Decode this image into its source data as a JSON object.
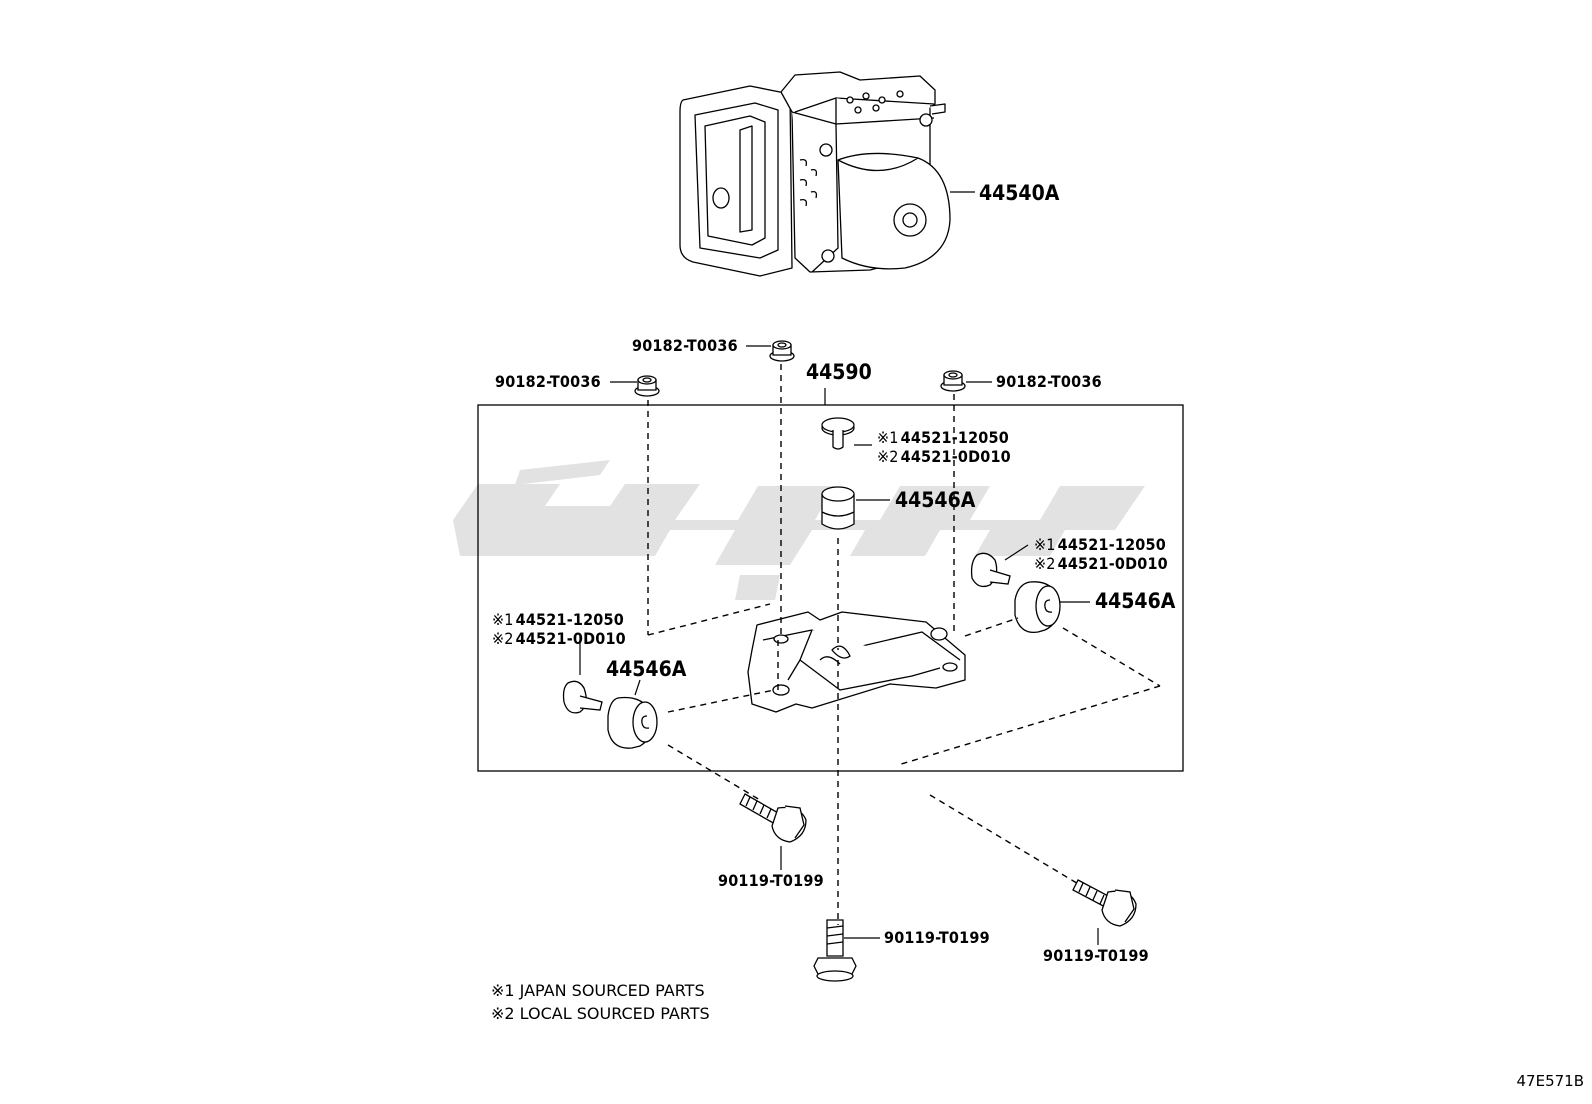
{
  "diagram_code": "47E571B",
  "assembly": {
    "callout": "44540A"
  },
  "bracket": {
    "callout": "44590"
  },
  "nuts": [
    {
      "callout": "90182-T0036"
    },
    {
      "callout": "90182-T0036"
    },
    {
      "callout": "90182-T0036"
    }
  ],
  "collars": [
    {
      "mark1": "※1",
      "part1": "44521-12050",
      "mark2": "※2",
      "part2": "44521-0D010"
    },
    {
      "mark1": "※1",
      "part1": "44521-12050",
      "mark2": "※2",
      "part2": "44521-0D010"
    },
    {
      "mark1": "※1",
      "part1": "44521-12050",
      "mark2": "※2",
      "part2": "44521-0D010"
    }
  ],
  "cushions": [
    {
      "callout": "44546A"
    },
    {
      "callout": "44546A"
    },
    {
      "callout": "44546A"
    }
  ],
  "bolts": [
    {
      "callout": "90119-T0199"
    },
    {
      "callout": "90119-T0199"
    },
    {
      "callout": "90119-T0199"
    }
  ],
  "legend": [
    {
      "text": "※1 JAPAN SOURCED PARTS"
    },
    {
      "text": "※2 LOCAL SOURCED PARTS"
    }
  ],
  "icons": [
    "abs-actuator-icon",
    "bracket-icon",
    "flange-nut-icon",
    "collar-icon",
    "cushion-icon",
    "flange-bolt-icon"
  ]
}
